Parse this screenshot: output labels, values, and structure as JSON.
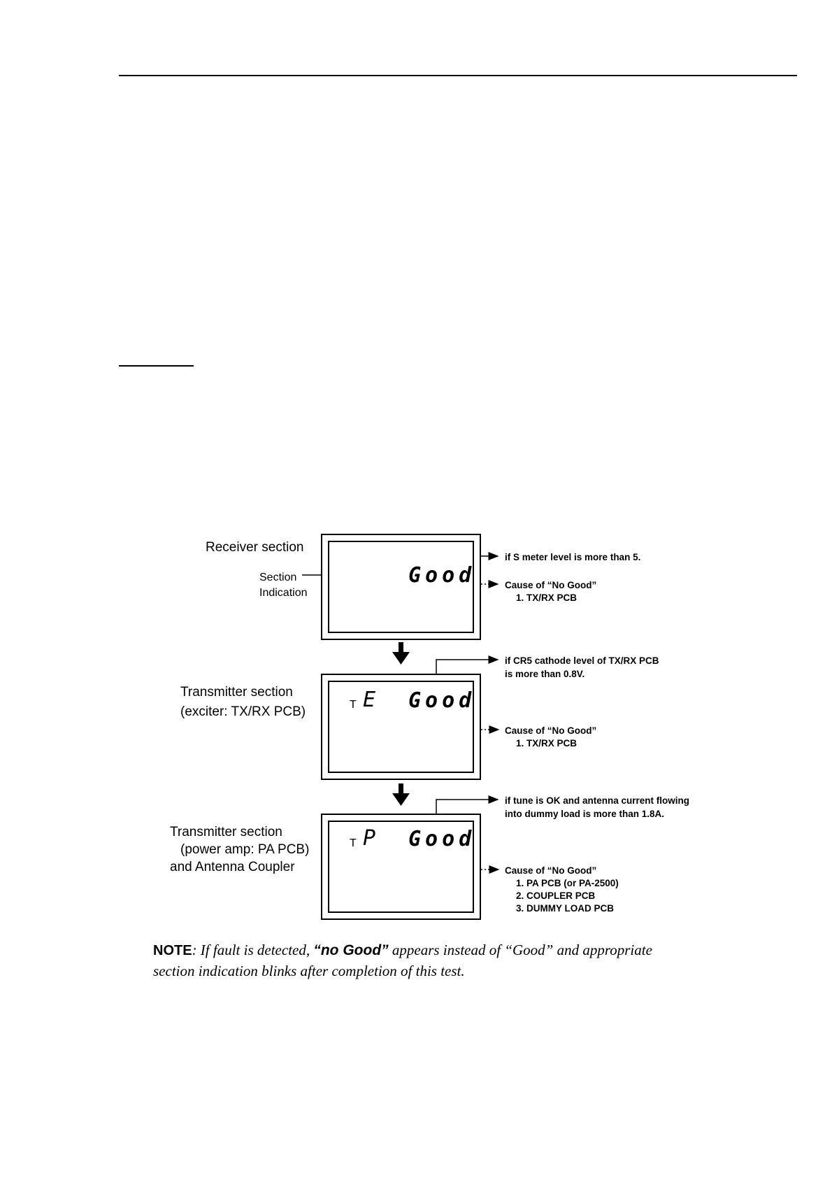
{
  "diagram": {
    "receiver": {
      "section_label": "Receiver section",
      "indicator_label_line1": "Section",
      "indicator_label_line2": "Indication",
      "display": "Good",
      "condition": "if S meter level is more than 5.",
      "cause_title": "Cause of “No Good”",
      "causes": [
        "1. TX/RX PCB"
      ]
    },
    "exciter": {
      "section_label_line1": "Transmitter section",
      "section_label_line2": "(exciter: TX/RX PCB)",
      "section_code_prefix": "T",
      "section_code": "E",
      "display": "Good",
      "condition_line1": "if CR5 cathode level of TX/RX PCB",
      "condition_line2": "is more than 0.8V.",
      "cause_title": "Cause of “No Good”",
      "causes": [
        "1. TX/RX PCB"
      ]
    },
    "power_amp": {
      "section_label_line1": "Transmitter section",
      "section_label_line2": "(power amp: PA PCB)",
      "section_label_line3": "and Antenna Coupler",
      "section_code_prefix": "T",
      "section_code": "P",
      "display": "Good",
      "condition_line1": "if tune is OK and antenna current flowing",
      "condition_line2": "into dummy load is more than 1.8A.",
      "cause_title": "Cause of “No Good”",
      "causes": [
        "1. PA PCB (or PA-2500)",
        "2. COUPLER PCB",
        "3. DUMMY LOAD PCB"
      ]
    }
  },
  "note": {
    "label": "NOTE",
    "text_part1": ": If fault is detected, ",
    "emphasis": "“no Good”",
    "text_part2": " appears instead of “Good” and appropriate",
    "text_line2": "section indication blinks after completion of this test."
  }
}
